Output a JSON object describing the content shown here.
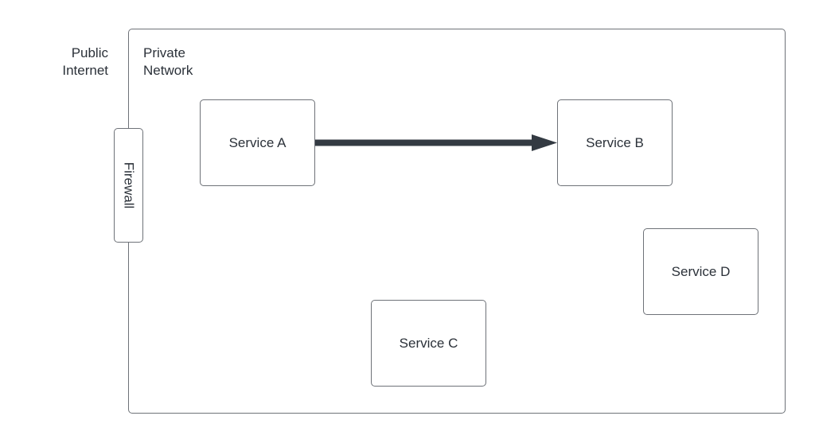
{
  "labels": {
    "public_line1": "Public",
    "public_line2": "Internet",
    "private_line1": "Private",
    "private_line2": "Network"
  },
  "firewall": {
    "label": "Firewall"
  },
  "services": {
    "a": "Service A",
    "b": "Service B",
    "c": "Service C",
    "d": "Service D"
  },
  "connections": [
    {
      "from": "Service A",
      "to": "Service B"
    }
  ],
  "colors": {
    "border": "#6e7278",
    "text": "#2b3139",
    "arrow": "#333a42"
  }
}
